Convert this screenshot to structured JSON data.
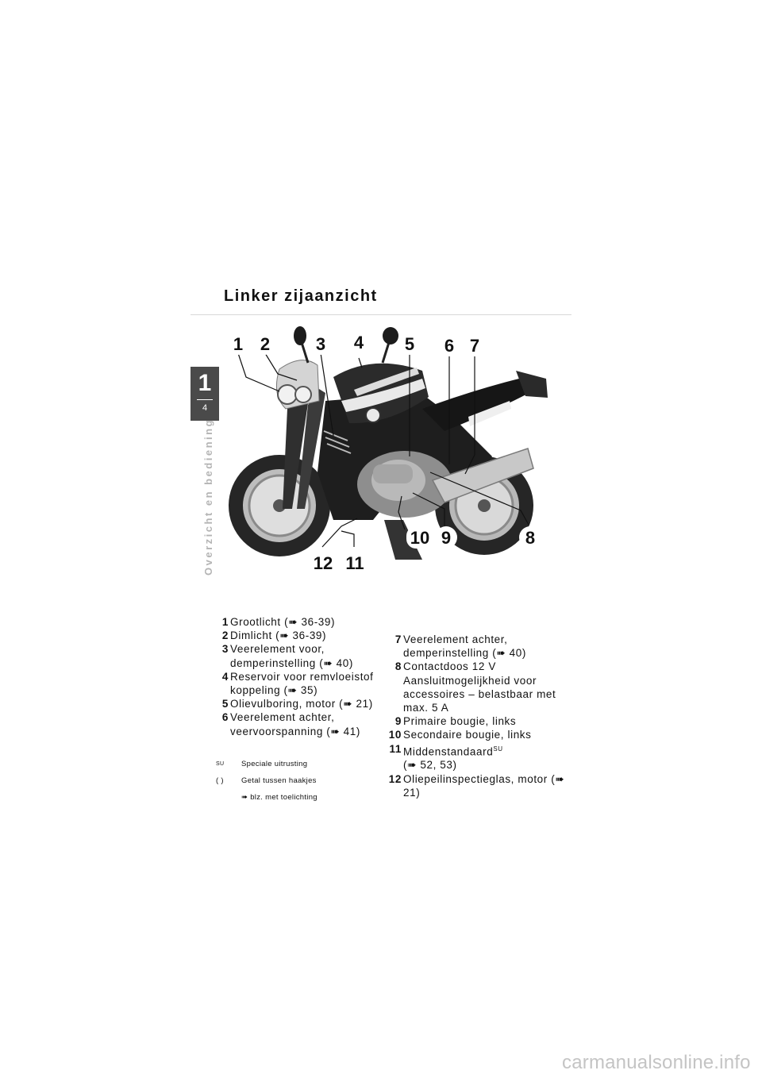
{
  "page": {
    "title": "Linker zijaanzicht",
    "chapter_number": "1",
    "page_number": "4",
    "side_title": "Overzicht en bediening"
  },
  "callouts": [
    "1",
    "2",
    "3",
    "4",
    "5",
    "6",
    "7",
    "8",
    "9",
    "10",
    "11",
    "12"
  ],
  "legend_left": [
    {
      "num": "1",
      "text": "Grootlicht (➠ 36-39)"
    },
    {
      "num": "2",
      "text": "Dimlicht (➠ 36-39)"
    },
    {
      "num": "3",
      "text": "Veerelement voor, demperinstelling (➠ 40)"
    },
    {
      "num": "4",
      "text": "Reservoir voor remvloeistof koppeling (➠ 35)"
    },
    {
      "num": "5",
      "text": "Olievulboring, motor (➠ 21)"
    },
    {
      "num": "6",
      "text": "Veerelement achter, veervoorspanning (➠ 41)"
    }
  ],
  "legend_right": [
    {
      "num": "7",
      "text": "Veerelement achter, demperinstelling (➠ 40)"
    },
    {
      "num": "8",
      "text": "Contactdoos 12 V Aansluitmogelijkheid voor accessoires – belastbaar met max. 5 A"
    },
    {
      "num": "9",
      "text": "Primaire bougie, links"
    },
    {
      "num": "10",
      "text": "Secondaire bougie, links"
    },
    {
      "num": "11",
      "text": "Middenstandaard",
      "sup": "SU",
      "extra": "(➠ 52, 53)"
    },
    {
      "num": "12",
      "text": "Oliepeilinspectieglas, motor (➠ 21)"
    }
  ],
  "notes": [
    {
      "sym": "SU",
      "text": "Speciale uitrusting"
    },
    {
      "sym": "( )",
      "text": "Getal tussen haakjes"
    },
    {
      "sym": "",
      "text": "➠ blz. met toelichting"
    }
  ],
  "watermark": "carmanualsonline.info",
  "colors": {
    "tab": "#4a4a4a",
    "side_text": "#b4b4b4",
    "rule": "#d8d8d8",
    "watermark": "#c4c4c4"
  }
}
